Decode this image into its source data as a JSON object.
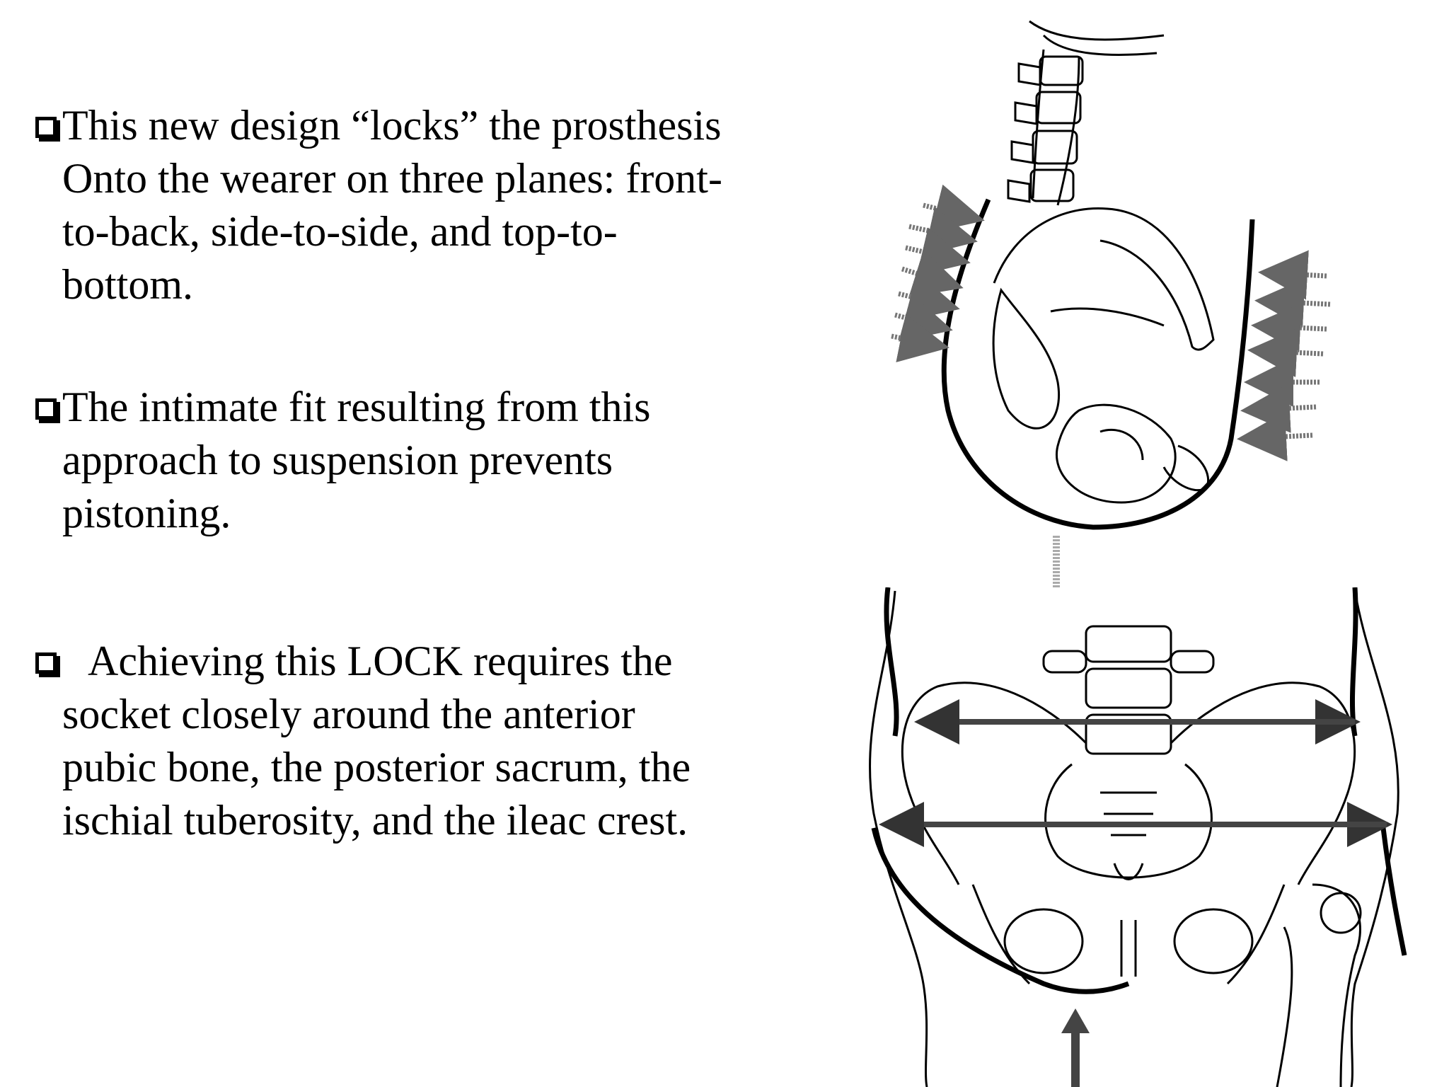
{
  "slide": {
    "bullets": [
      {
        "icon": "checkbox-icon",
        "lines": [
          "This new design “locks” the prosthesis",
          "Onto the wearer on three planes: front-",
          "to-back, side-to-side, and top-to-",
          "bottom."
        ]
      },
      {
        "icon": "checkbox-icon",
        "lines": [
          "The intimate fit resulting from this",
          "approach to suspension prevents",
          "pistoning."
        ]
      },
      {
        "icon": "checkbox-icon",
        "lines": [
          "Achieving this LOCK requires  the",
          "socket closely around the anterior",
          "pubic bone, the posterior sacrum, the",
          "ischial tuberosity, and the ileac crest."
        ]
      }
    ],
    "figures": [
      {
        "name": "lateral-socket-illustration"
      },
      {
        "name": "frontal-pelvis-socket-illustration"
      }
    ]
  }
}
